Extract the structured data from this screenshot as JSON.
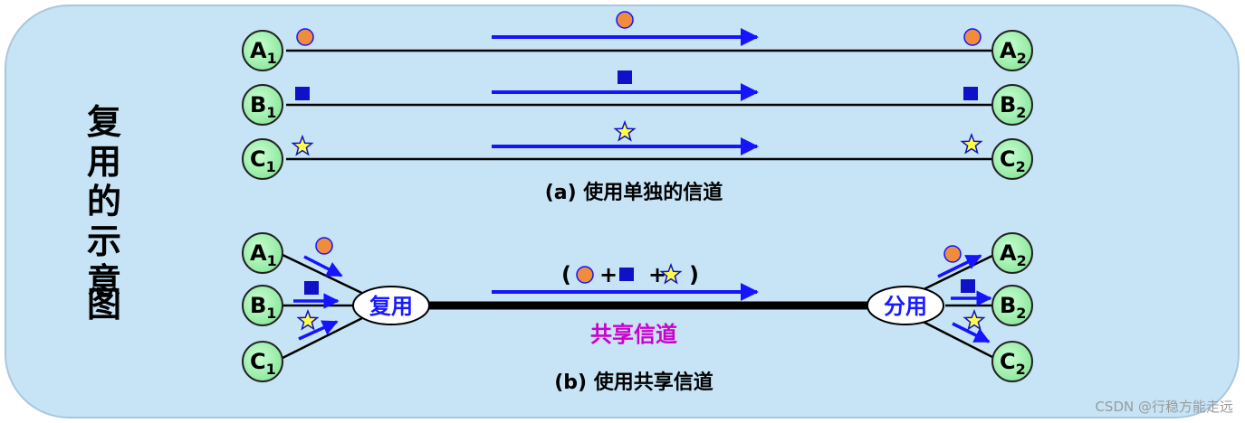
{
  "title": "复用的示意图",
  "panel_a": {
    "caption": "(a) 使用单独的信道",
    "senders": [
      {
        "letter": "A",
        "sub": "1"
      },
      {
        "letter": "B",
        "sub": "1"
      },
      {
        "letter": "C",
        "sub": "1"
      }
    ],
    "receivers": [
      {
        "letter": "A",
        "sub": "2"
      },
      {
        "letter": "B",
        "sub": "2"
      },
      {
        "letter": "C",
        "sub": "2"
      }
    ]
  },
  "panel_b": {
    "caption": "(b) 使用共享信道",
    "mux_label": "复用",
    "demux_label": "分用",
    "channel_label": "共享信道",
    "formula": {
      "open": "(",
      "plus1": "+",
      "plus2": "+",
      "close": ")"
    },
    "senders": [
      {
        "letter": "A",
        "sub": "1"
      },
      {
        "letter": "B",
        "sub": "1"
      },
      {
        "letter": "C",
        "sub": "1"
      }
    ],
    "receivers": [
      {
        "letter": "A",
        "sub": "2"
      },
      {
        "letter": "B",
        "sub": "2"
      },
      {
        "letter": "C",
        "sub": "2"
      }
    ]
  },
  "symbols": [
    "orange-circle",
    "blue-square",
    "yellow-star"
  ],
  "colors": {
    "background": "#c6e4f6",
    "node_fill": "#a6f0b2",
    "arrow": "#1414ff",
    "circle": "#f08c3c",
    "square": "#1010c8",
    "star": "#ffff44",
    "shared_label": "#cc00cc"
  },
  "watermark": "CSDN @行稳方能走远"
}
